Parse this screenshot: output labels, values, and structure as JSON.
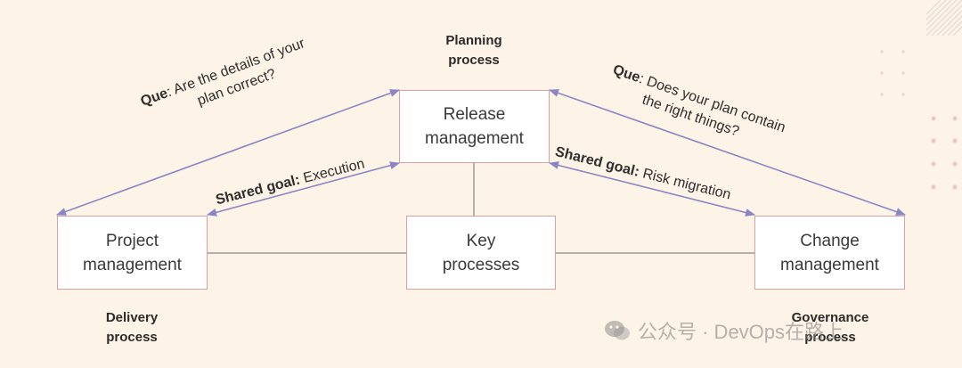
{
  "nodes": {
    "release": {
      "line1": "Release",
      "line2": "management"
    },
    "project": {
      "line1": "Project",
      "line2": "management"
    },
    "key": {
      "line1": "Key",
      "line2": "processes"
    },
    "change": {
      "line1": "Change",
      "line2": "management"
    }
  },
  "captions": {
    "planning": {
      "line1": "Planning",
      "line2": "process"
    },
    "delivery": {
      "line1": "Delivery",
      "line2": "process"
    },
    "governance": {
      "line1": "Governance",
      "line2": "process"
    }
  },
  "notes": {
    "left_question": {
      "prefix": "Que",
      "line1": ": Are the details of your",
      "line2": "plan correct?"
    },
    "right_question": {
      "prefix": "Que",
      "line1": ": Does your plan contain",
      "line2": "the right things?"
    },
    "left_goal": {
      "prefix": "Shared goal:",
      "text": " Execution"
    },
    "right_goal": {
      "prefix": "Shared goal:",
      "text": " Risk migration"
    }
  },
  "watermark": {
    "text": "公众号 · DevOps在路上"
  },
  "colors": {
    "background": "#fdf3e7",
    "box_border": "#d9a0a3",
    "arrow": "#8a86c4",
    "connector": "#9a9a9a",
    "dots": "#ebc9c3"
  }
}
